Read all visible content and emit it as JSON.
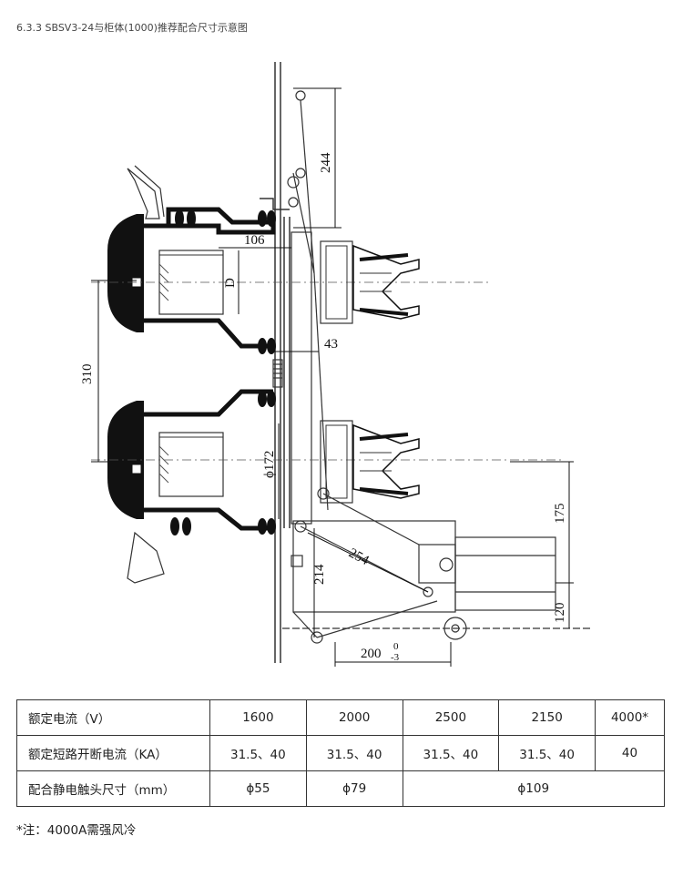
{
  "caption": "6.3.3 SBSV3-24与柜体(1000)推荐配合尺寸示意图",
  "dimensions": {
    "d244": "244",
    "d106": "106",
    "dD": "D",
    "d43": "43",
    "d310": "310",
    "d172": "ϕ172",
    "d175": "175",
    "d254": "254",
    "d214": "214",
    "d120": "120",
    "d200": "200",
    "d200_upper": "0",
    "d200_lower": "-3"
  },
  "table": {
    "rows": [
      {
        "header": "额定电流（V）",
        "cells": [
          "1600",
          "2000",
          "2500",
          "2150",
          "4000*"
        ]
      },
      {
        "header": "额定短路开断电流（KA）",
        "cells": [
          "31.5、40",
          "31.5、40",
          "31.5、40",
          "31.5、40",
          "40"
        ]
      },
      {
        "header": "配合静电触头尺寸（mm）",
        "cells": [
          "ϕ55",
          "ϕ79",
          "ϕ109"
        ]
      }
    ]
  },
  "note": "*注：4000A需强风冷"
}
